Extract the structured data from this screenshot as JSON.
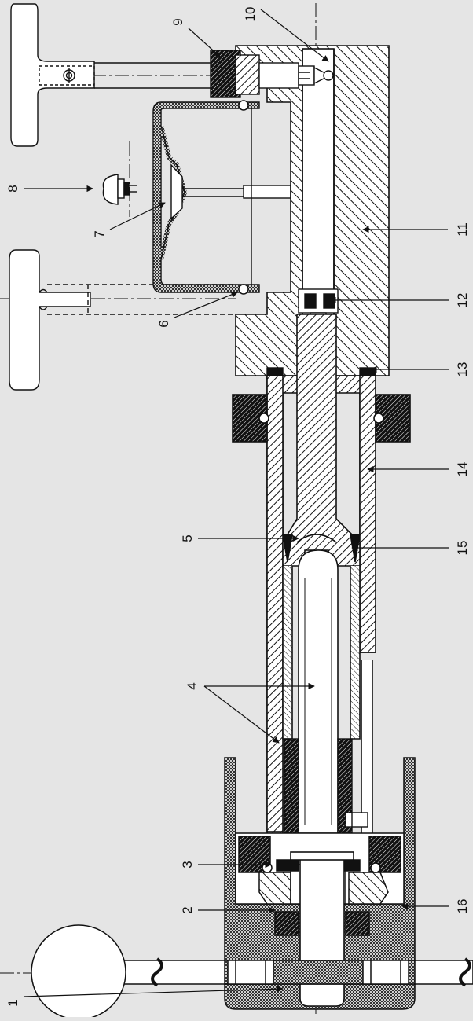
{
  "diagram": {
    "type": "technical cross-section drawing",
    "orientation": "rotated 90 degrees counter-clockwise",
    "colors": {
      "background": "#e5e5e5",
      "line": "#111111",
      "body_fill": "#ffffff"
    },
    "callouts": [
      {
        "id": "c1",
        "label": "1"
      },
      {
        "id": "c2",
        "label": "2"
      },
      {
        "id": "c3",
        "label": "3"
      },
      {
        "id": "c4",
        "label": "4"
      },
      {
        "id": "c5",
        "label": "5"
      },
      {
        "id": "c6",
        "label": "6"
      },
      {
        "id": "c7",
        "label": "7"
      },
      {
        "id": "c8",
        "label": "8"
      },
      {
        "id": "c9",
        "label": "9"
      },
      {
        "id": "c10",
        "label": "10"
      },
      {
        "id": "c11",
        "label": "11"
      },
      {
        "id": "c12",
        "label": "12"
      },
      {
        "id": "c13",
        "label": "13"
      },
      {
        "id": "c14",
        "label": "14"
      },
      {
        "id": "c15",
        "label": "15"
      },
      {
        "id": "c16",
        "label": "16"
      }
    ]
  }
}
